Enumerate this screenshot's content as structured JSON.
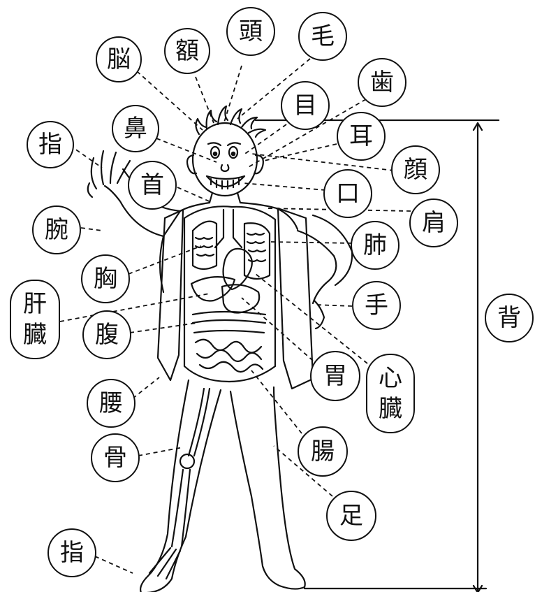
{
  "labels": {
    "nou": "脳",
    "hitai": "額",
    "atama": "頭",
    "ke": "毛",
    "ha": "歯",
    "me": "目",
    "hana": "鼻",
    "yubi_hand": "指",
    "mimi": "耳",
    "kao": "顔",
    "kubi": "首",
    "kuchi": "口",
    "kata": "肩",
    "ude": "腕",
    "hai": "肺",
    "mune": "胸",
    "kanzou": [
      "肝",
      "臓"
    ],
    "te": "手",
    "hara": "腹",
    "senaka": "背",
    "i": "胃",
    "shinzou": [
      "心",
      "臓"
    ],
    "koshi": "腰",
    "chou": "腸",
    "hone": "骨",
    "ashi": "足",
    "yubi_foot": "指"
  }
}
